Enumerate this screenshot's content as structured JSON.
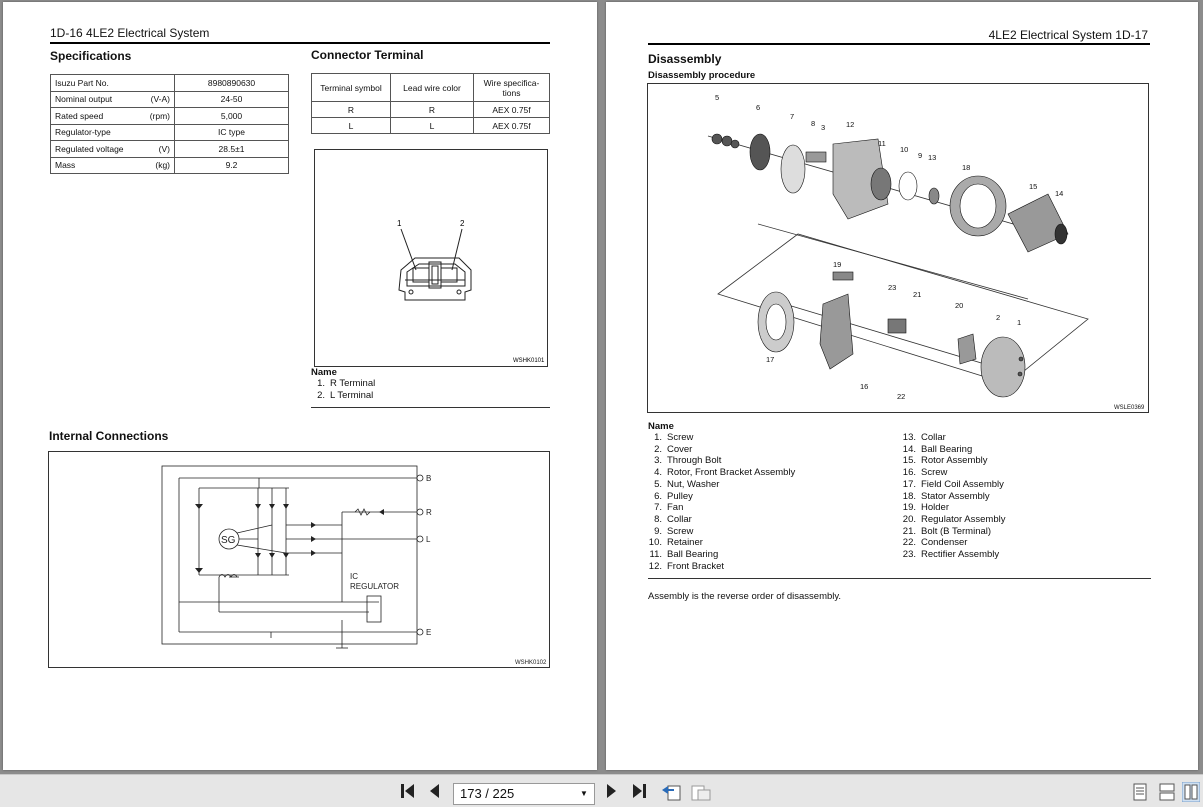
{
  "left_page": {
    "header": "1D-16  4LE2 Electrical System",
    "specs_title": "Specifications",
    "specs": [
      {
        "label": "Isuzu Part No.",
        "unit": "",
        "value": "8980890630"
      },
      {
        "label": "Nominal output",
        "unit": "(V-A)",
        "value": "24-50"
      },
      {
        "label": "Rated speed",
        "unit": "(rpm)",
        "value": "5,000"
      },
      {
        "label": "Regulator-type",
        "unit": "",
        "value": "IC type"
      },
      {
        "label": "Regulated voltage",
        "unit": "(V)",
        "value": "28.5±1"
      },
      {
        "label": "Mass",
        "unit": "(kg)",
        "value": "9.2"
      }
    ],
    "connector_title": "Connector Terminal",
    "connector_headers": [
      "Terminal symbol",
      "Lead wire color",
      "Wire specifica-tions"
    ],
    "connector_rows": [
      [
        "R",
        "R",
        "AEX 0.75f"
      ],
      [
        "L",
        "L",
        "AEX 0.75f"
      ]
    ],
    "connector_fig": {
      "label1": "1",
      "label2": "2",
      "code": "WSHK0101"
    },
    "connector_names_title": "Name",
    "connector_names": [
      "R Terminal",
      "L Terminal"
    ],
    "internal_title": "Internal Connections",
    "internal_fig": {
      "B": "B",
      "R": "R",
      "L": "L",
      "E": "E",
      "SG": "SG",
      "ic1": "IC",
      "ic2": "REGULATOR",
      "code": "WSHK0102"
    }
  },
  "right_page": {
    "header": "4LE2 Electrical System 1D-17",
    "title": "Disassembly",
    "subtitle": "Disassembly procedure",
    "fig_code": "WSLE0369",
    "names_title": "Name",
    "names": [
      "Screw",
      "Cover",
      "Through Bolt",
      "Rotor, Front Bracket Assembly",
      "Nut, Washer",
      "Pulley",
      "Fan",
      "Collar",
      "Screw",
      "Retainer",
      "Ball Bearing",
      "Front Bracket",
      "Collar",
      "Ball Bearing",
      "Rotor Assembly",
      "Screw",
      "Field Coil Assembly",
      "Stator Assembly",
      "Holder",
      "Regulator Assembly",
      "Bolt (B Terminal)",
      "Condenser",
      "Rectifier Assembly"
    ],
    "note": "Assembly is the reverse order of disassembly."
  },
  "toolbar": {
    "page_indicator": "173 / 225"
  }
}
